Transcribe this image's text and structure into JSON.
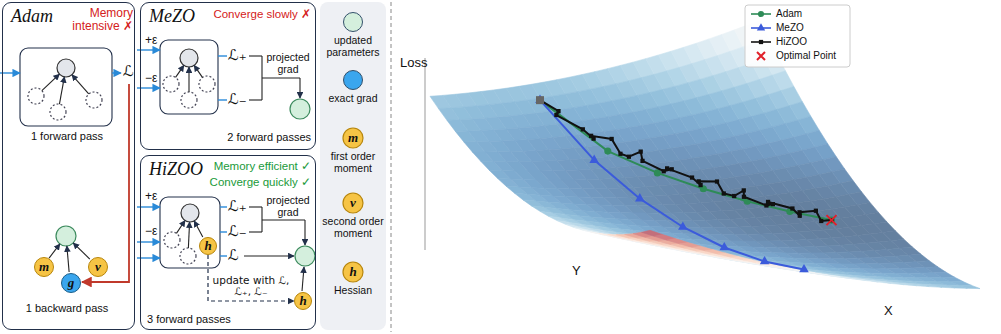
{
  "diagram": {
    "nodes": [
      {
        "text": [
          "Adam",
          "Memory intensive ✗"
        ]
      },
      {
        "text": [
          "1 forward pass"
        ],
        "in": 0
      },
      {
        "text": [
          "1 backward pass"
        ],
        "in": 0
      },
      {
        "text": [
          "m"
        ],
        "in": 2
      },
      {
        "text": [
          "g"
        ],
        "in": 2
      },
      {
        "text": [
          "v"
        ],
        "in": 2
      },
      {
        "text": [
          "MeZO",
          "Converge slowly ✗",
          "2 forward passes"
        ]
      },
      {
        "text": [
          "HiZOO",
          "Memory efficient ✓",
          "Converge quickly ✓",
          "3 forward passes"
        ]
      },
      {
        "text": [
          "h"
        ],
        "in": 7
      },
      {
        "text": [
          "h"
        ],
        "in": 7
      }
    ],
    "edges": [
      {
        "from": 8,
        "to": 9,
        "arrow": "to",
        "label": "update with ℒ, ℒ₊, ℒ₋"
      }
    ],
    "labels": [
      "ℒ",
      "+ε",
      "−ε",
      "ℒ₊",
      "ℒ₋",
      "projected grad",
      "+ε",
      "−ε",
      "ℒ₊",
      "ℒ₋",
      "ℒ",
      "projected grad",
      "m",
      "v",
      "h",
      "Loss",
      "Y",
      "X"
    ],
    "legend": [
      {
        "text": "updated parameters",
        "color": "#d4efdd"
      },
      {
        "text": "exact grad",
        "color": "#3aa6ee"
      },
      {
        "text": "first order moment"
      },
      {
        "text": "second order moment"
      },
      {
        "text": "Hessian"
      },
      {
        "text": "Adam"
      },
      {
        "text": "MeZO"
      },
      {
        "text": "HiZOO"
      },
      {
        "text": "Optimal Point"
      }
    ]
  }
}
